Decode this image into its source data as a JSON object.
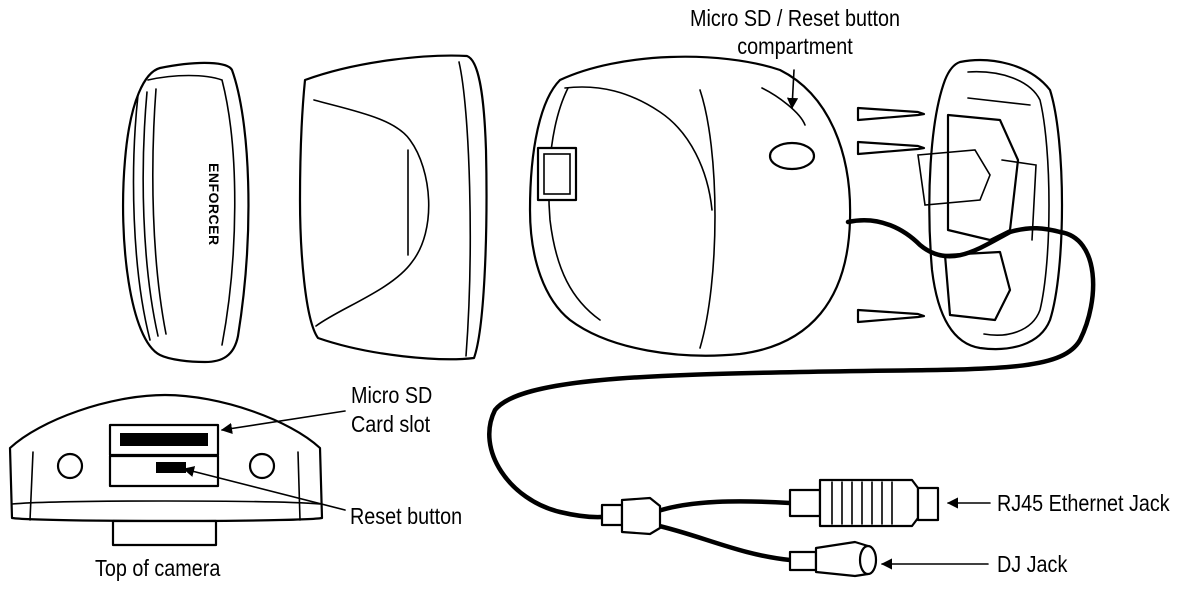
{
  "labels": {
    "micro_sd_reset": [
      "Micro SD / Reset button",
      "compartment"
    ],
    "micro_sd_card_slot": [
      "Micro SD",
      "Card slot"
    ],
    "reset_button": "Reset button",
    "top_of_camera": "Top of camera",
    "rj45": "RJ45 Ethernet Jack",
    "dc_jack": "DJ Jack"
  },
  "brand_logo": "ENFORCER",
  "colors": {
    "line": "#000000",
    "background": "#ffffff"
  }
}
